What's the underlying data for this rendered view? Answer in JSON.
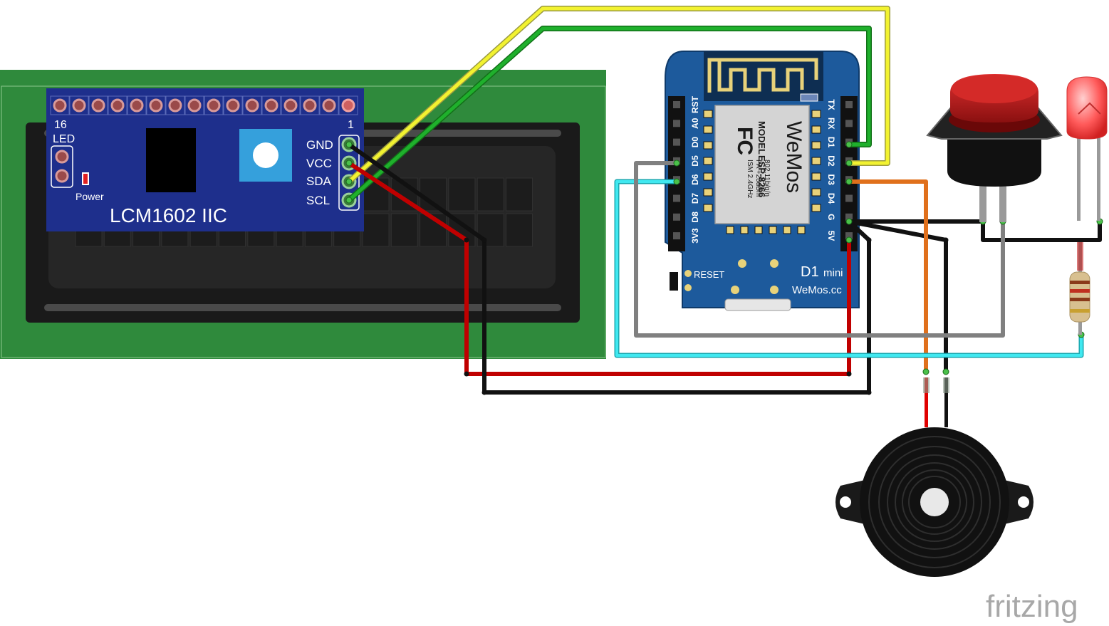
{
  "lcd": {
    "iic_title": "LCM1602 IIC",
    "pin_16": "16",
    "pin_1": "1",
    "led_label": "LED",
    "power_label": "Power",
    "pins": [
      "GND",
      "VCC",
      "SDA",
      "SCL"
    ]
  },
  "d1mini": {
    "left_pins": [
      "RST",
      "A0",
      "D0",
      "D5",
      "D6",
      "D7",
      "D8",
      "3V3"
    ],
    "right_pins": [
      "TX",
      "RX",
      "D1",
      "D2",
      "D3",
      "D4",
      "G",
      "5V"
    ],
    "model_line1": "MODEL",
    "model_line2": "ESP-8266",
    "ism_line1": "ISM 2.4GHz",
    "ism_line2": "PA +25dBm",
    "ism_line3": "802.11b/g/n",
    "fcc": "FC",
    "module_brand": "WeMos",
    "reset_label": "RESET",
    "board_name": "D1",
    "board_name_suffix": "mini",
    "board_brand": "WeMos.cc"
  },
  "watermark": "fritzing",
  "colors": {
    "pcb_green": "#2f8a3c",
    "iic_blue": "#1e2f8c",
    "board_blue": "#1d5a9c",
    "wire_yellow": "#f2f230",
    "wire_green": "#1fb02c",
    "wire_red": "#c00000",
    "wire_black": "#111111",
    "wire_orange": "#e0701c",
    "wire_cyan": "#30d8e0",
    "wire_gray": "#808080",
    "button_red": "#c8201e",
    "led_red": "#ff5555"
  }
}
